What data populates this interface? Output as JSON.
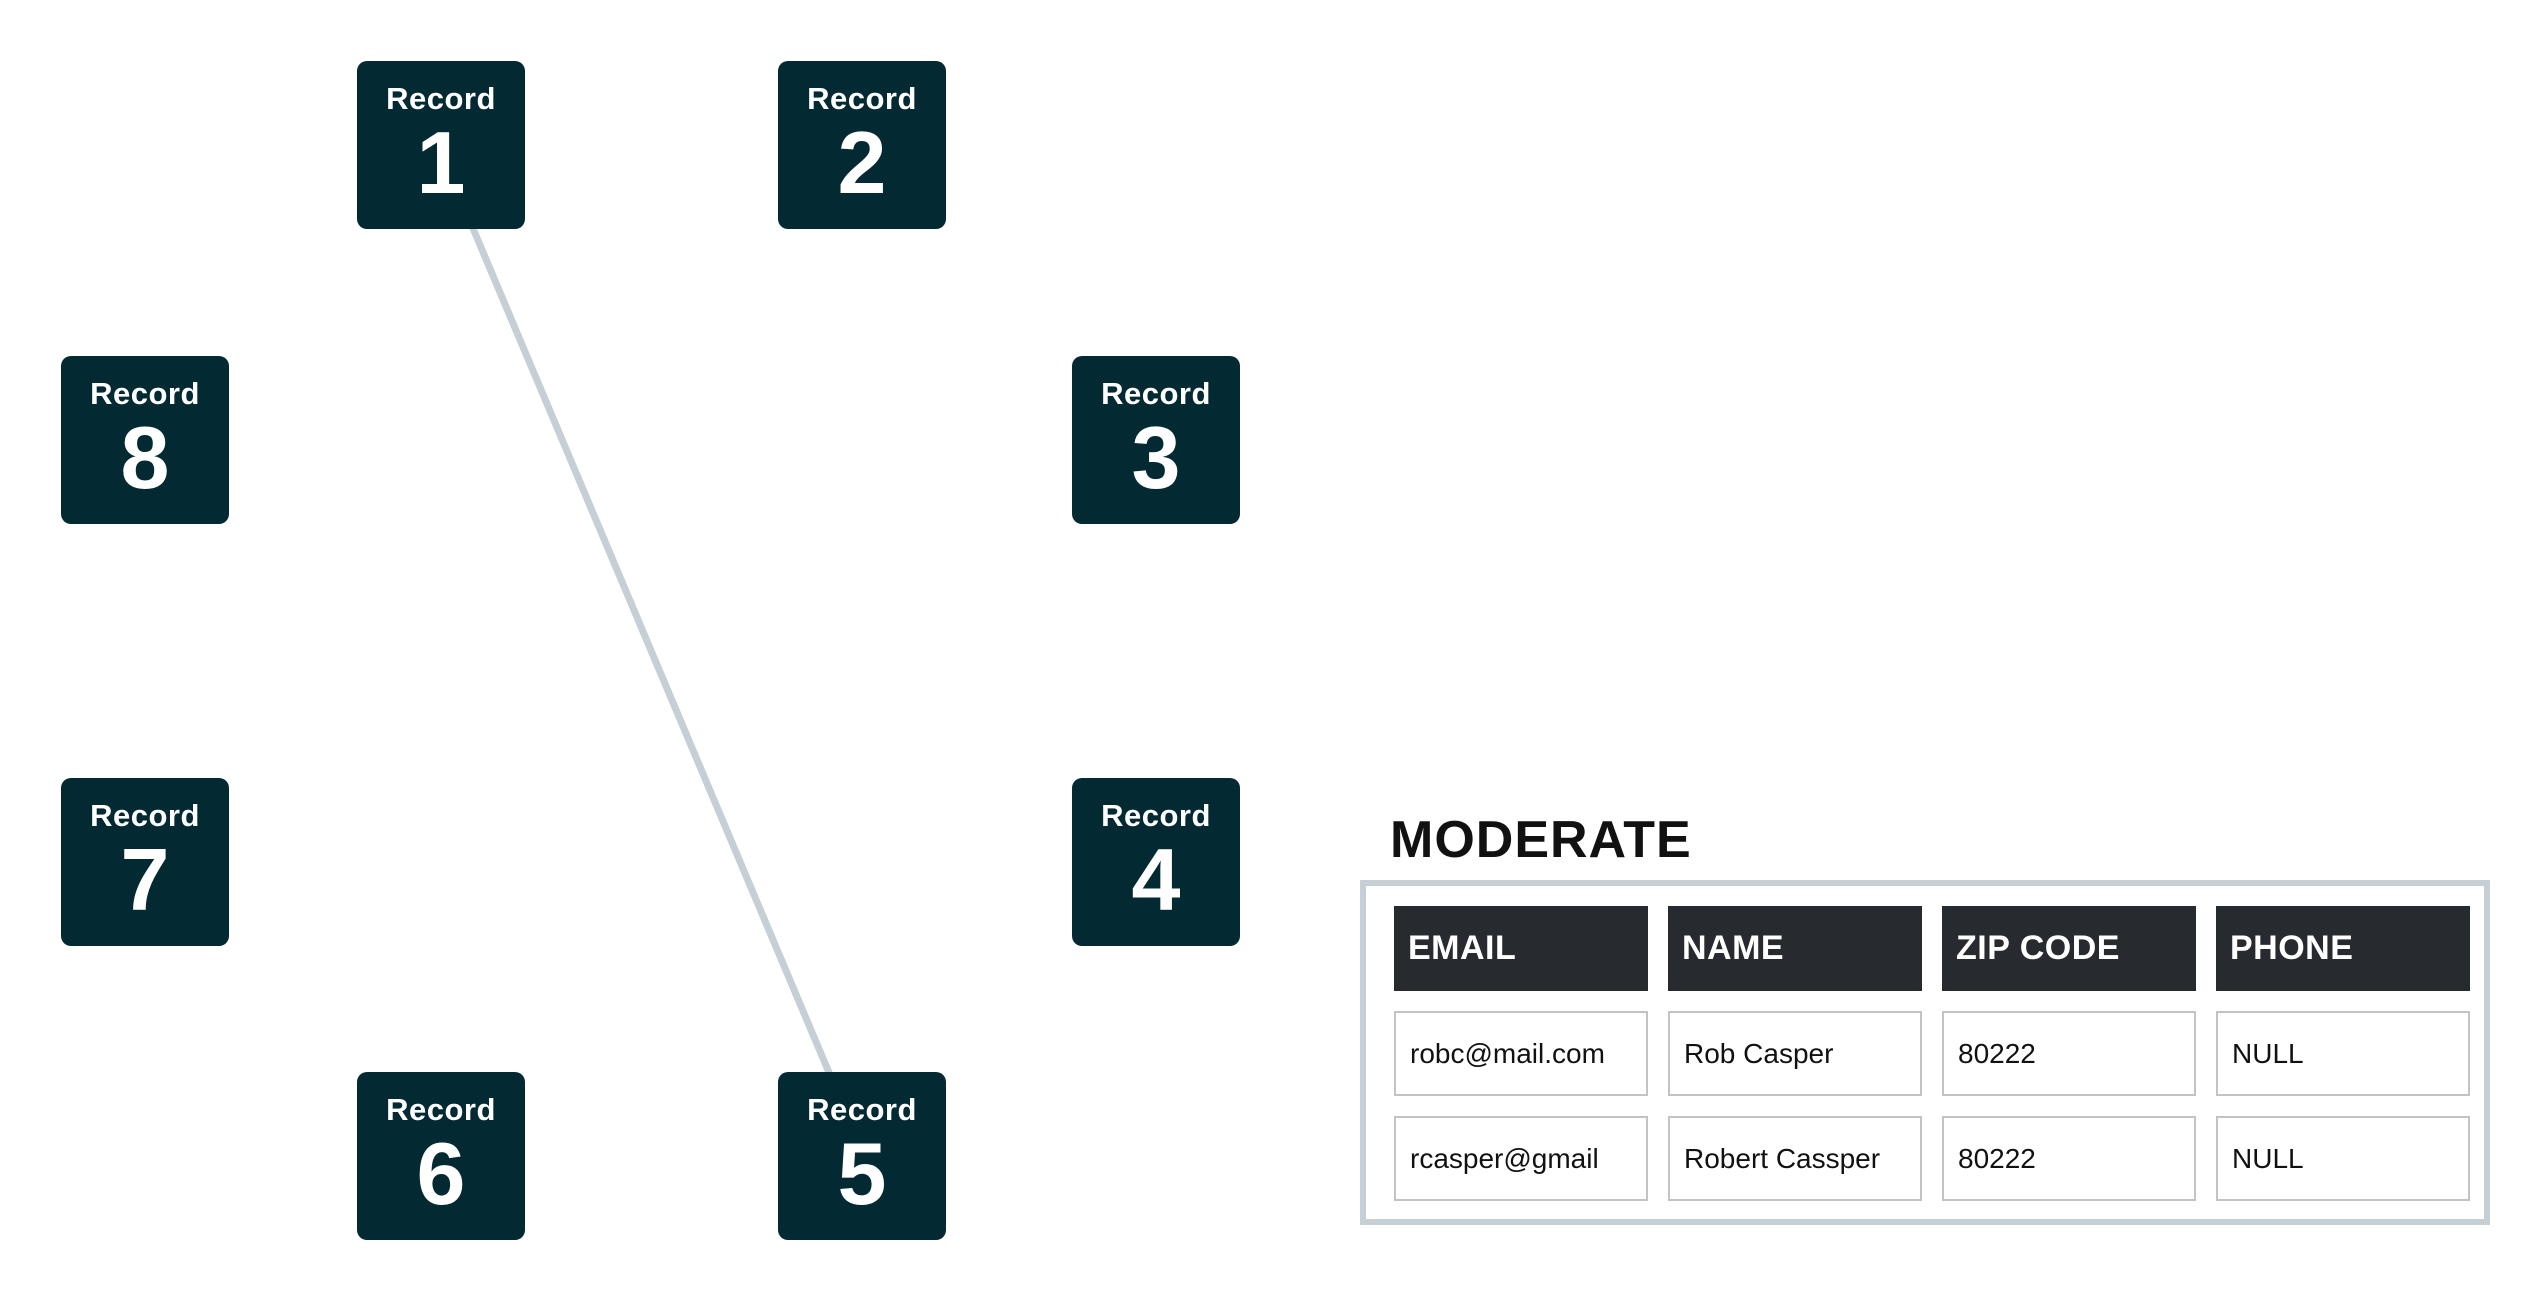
{
  "diagram": {
    "records": [
      {
        "label": "Record",
        "number": "1"
      },
      {
        "label": "Record",
        "number": "2"
      },
      {
        "label": "Record",
        "number": "3"
      },
      {
        "label": "Record",
        "number": "4"
      },
      {
        "label": "Record",
        "number": "5"
      },
      {
        "label": "Record",
        "number": "6"
      },
      {
        "label": "Record",
        "number": "7"
      },
      {
        "label": "Record",
        "number": "8"
      }
    ],
    "connections": [
      {
        "from": "1",
        "to": "5"
      }
    ],
    "colors": {
      "record_fill": "#032a33",
      "record_text": "#ffffff",
      "connector": "#c6cfd6"
    }
  },
  "match_table": {
    "title": "MODERATE",
    "headers": [
      "EMAIL",
      "NAME",
      "ZIP CODE",
      "PHONE"
    ],
    "rows": [
      [
        "robc@mail.com",
        "Rob Casper",
        "80222",
        "NULL"
      ],
      [
        "rcasper@gmail",
        "Robert Cassper",
        "80222",
        "NULL"
      ]
    ],
    "colors": {
      "frame": "#c6cfd6",
      "header_fill": "#272b2f",
      "header_text": "#ffffff"
    }
  }
}
